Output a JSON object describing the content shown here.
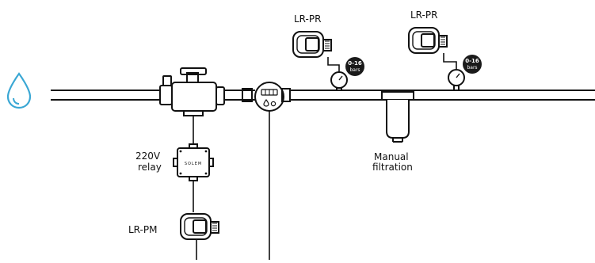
{
  "labels": {
    "lr_pr_left": "LR-PR",
    "lr_pr_right": "LR-PR",
    "relay_line1": "220V",
    "relay_line2": "relay",
    "lr_pm": "LR-PM",
    "filtration_line1": "Manual",
    "filtration_line2": "filtration",
    "gauge_badge_left": [
      "0-16",
      "bars"
    ],
    "gauge_badge_right": [
      "0-16",
      "bars"
    ],
    "relay_brand": "SOLEM"
  },
  "icons": {
    "water": "water-drop-icon",
    "valve": "main-valve-icon",
    "meter": "water-meter-icon",
    "gauge": "pressure-gauge-icon",
    "controller": "lr-controller-icon",
    "filter": "manual-filter-icon",
    "relay": "relay-box-icon"
  },
  "colors": {
    "stroke": "#111111",
    "water_drop": "#3aa7d4",
    "badge_fill": "#1a1a1a",
    "badge_text": "#ffffff"
  }
}
